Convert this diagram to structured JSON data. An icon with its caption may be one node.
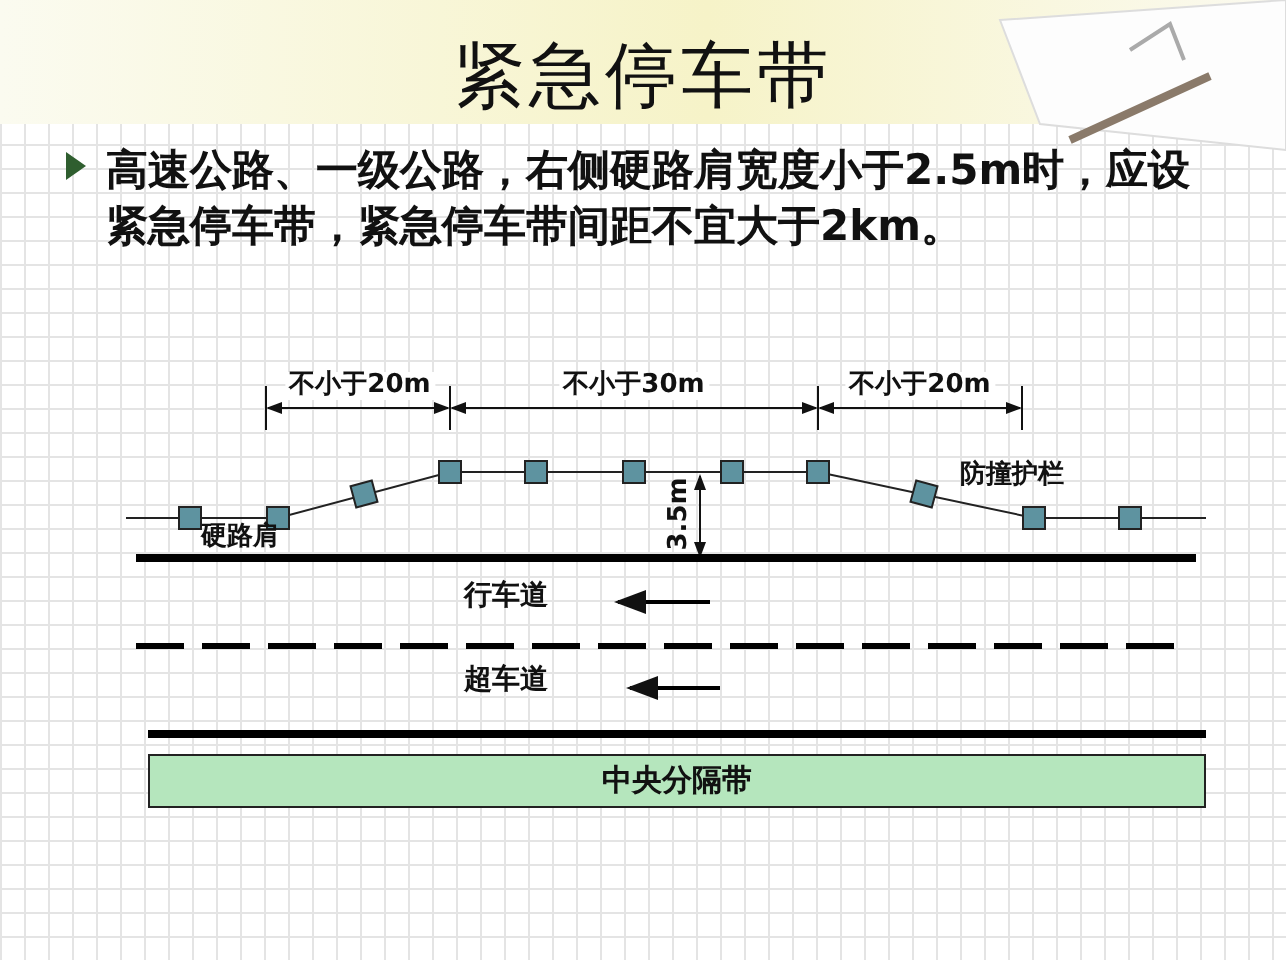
{
  "diagram": {
    "title": "紧急停车带",
    "nodes": [
      {
        "text": [
          "中央分隔带"
        ]
      }
    ],
    "labels": [
      "高速公路、一级公路，右侧硬路肩宽度小于2.5m时，应设紧急停车带，紧急停车带间距不宜大于2km。",
      "不小于20m",
      "不小于30m",
      "不小于20m",
      "3.5m",
      "硬路肩",
      "防撞护栏",
      "行车道",
      "超车道"
    ]
  }
}
